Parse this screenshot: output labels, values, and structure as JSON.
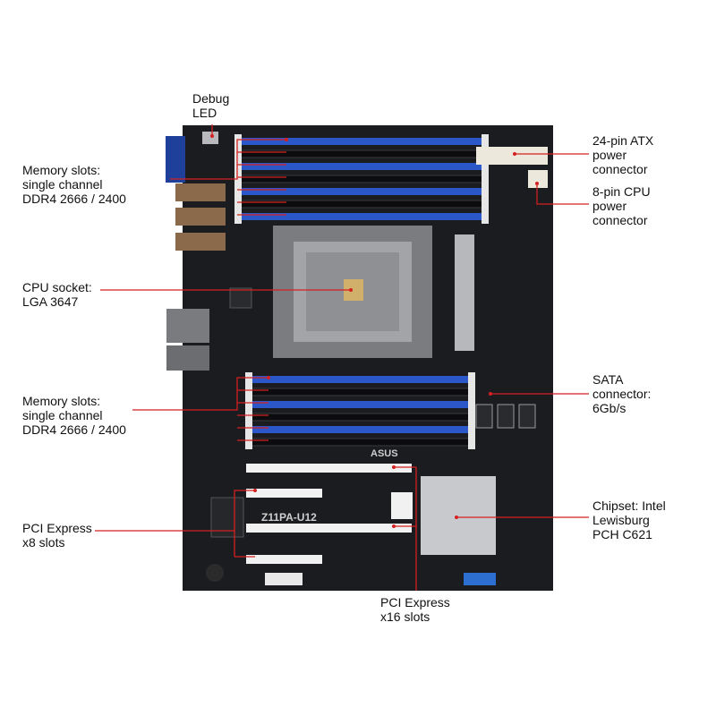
{
  "colors": {
    "pcb": "#1b1c20",
    "dimm_blue": "#2c57c8",
    "dimm_black": "#0c0c0e",
    "slot_white": "#f1f1f1",
    "socket_metal": "#a3a4a8",
    "heatsink": "#c7c9cc",
    "leader_red": "#d42020"
  },
  "board": {
    "marking": "Z11PA-U12",
    "brand": "ASUS"
  },
  "labels": {
    "debug_led": {
      "line1": "Debug",
      "line2": "LED"
    },
    "mem_top": {
      "line1": "Memory slots:",
      "line2": "single channel",
      "line3": "DDR4 2666 / 2400"
    },
    "cpu": {
      "line1": "CPU socket:",
      "line2": "LGA 3647"
    },
    "mem_bottom": {
      "line1": "Memory slots:",
      "line2": "single channel",
      "line3": "DDR4 2666 / 2400"
    },
    "pcie_x8": {
      "line1": "PCI Express",
      "line2": "x8 slots"
    },
    "atx24": {
      "line1": "24-pin ATX",
      "line2": "power",
      "line3": "connector"
    },
    "cpu8": {
      "line1": "8-pin CPU",
      "line2": "power",
      "line3": "connector"
    },
    "sata": {
      "line1": "SATA",
      "line2": "connector:",
      "line3": "6Gb/s"
    },
    "chipset": {
      "line1": "Chipset: Intel",
      "line2": "Lewisburg",
      "line3": "PCH C621"
    },
    "pcie_x16": {
      "line1": "PCI Express",
      "line2": "x16 slots"
    }
  }
}
